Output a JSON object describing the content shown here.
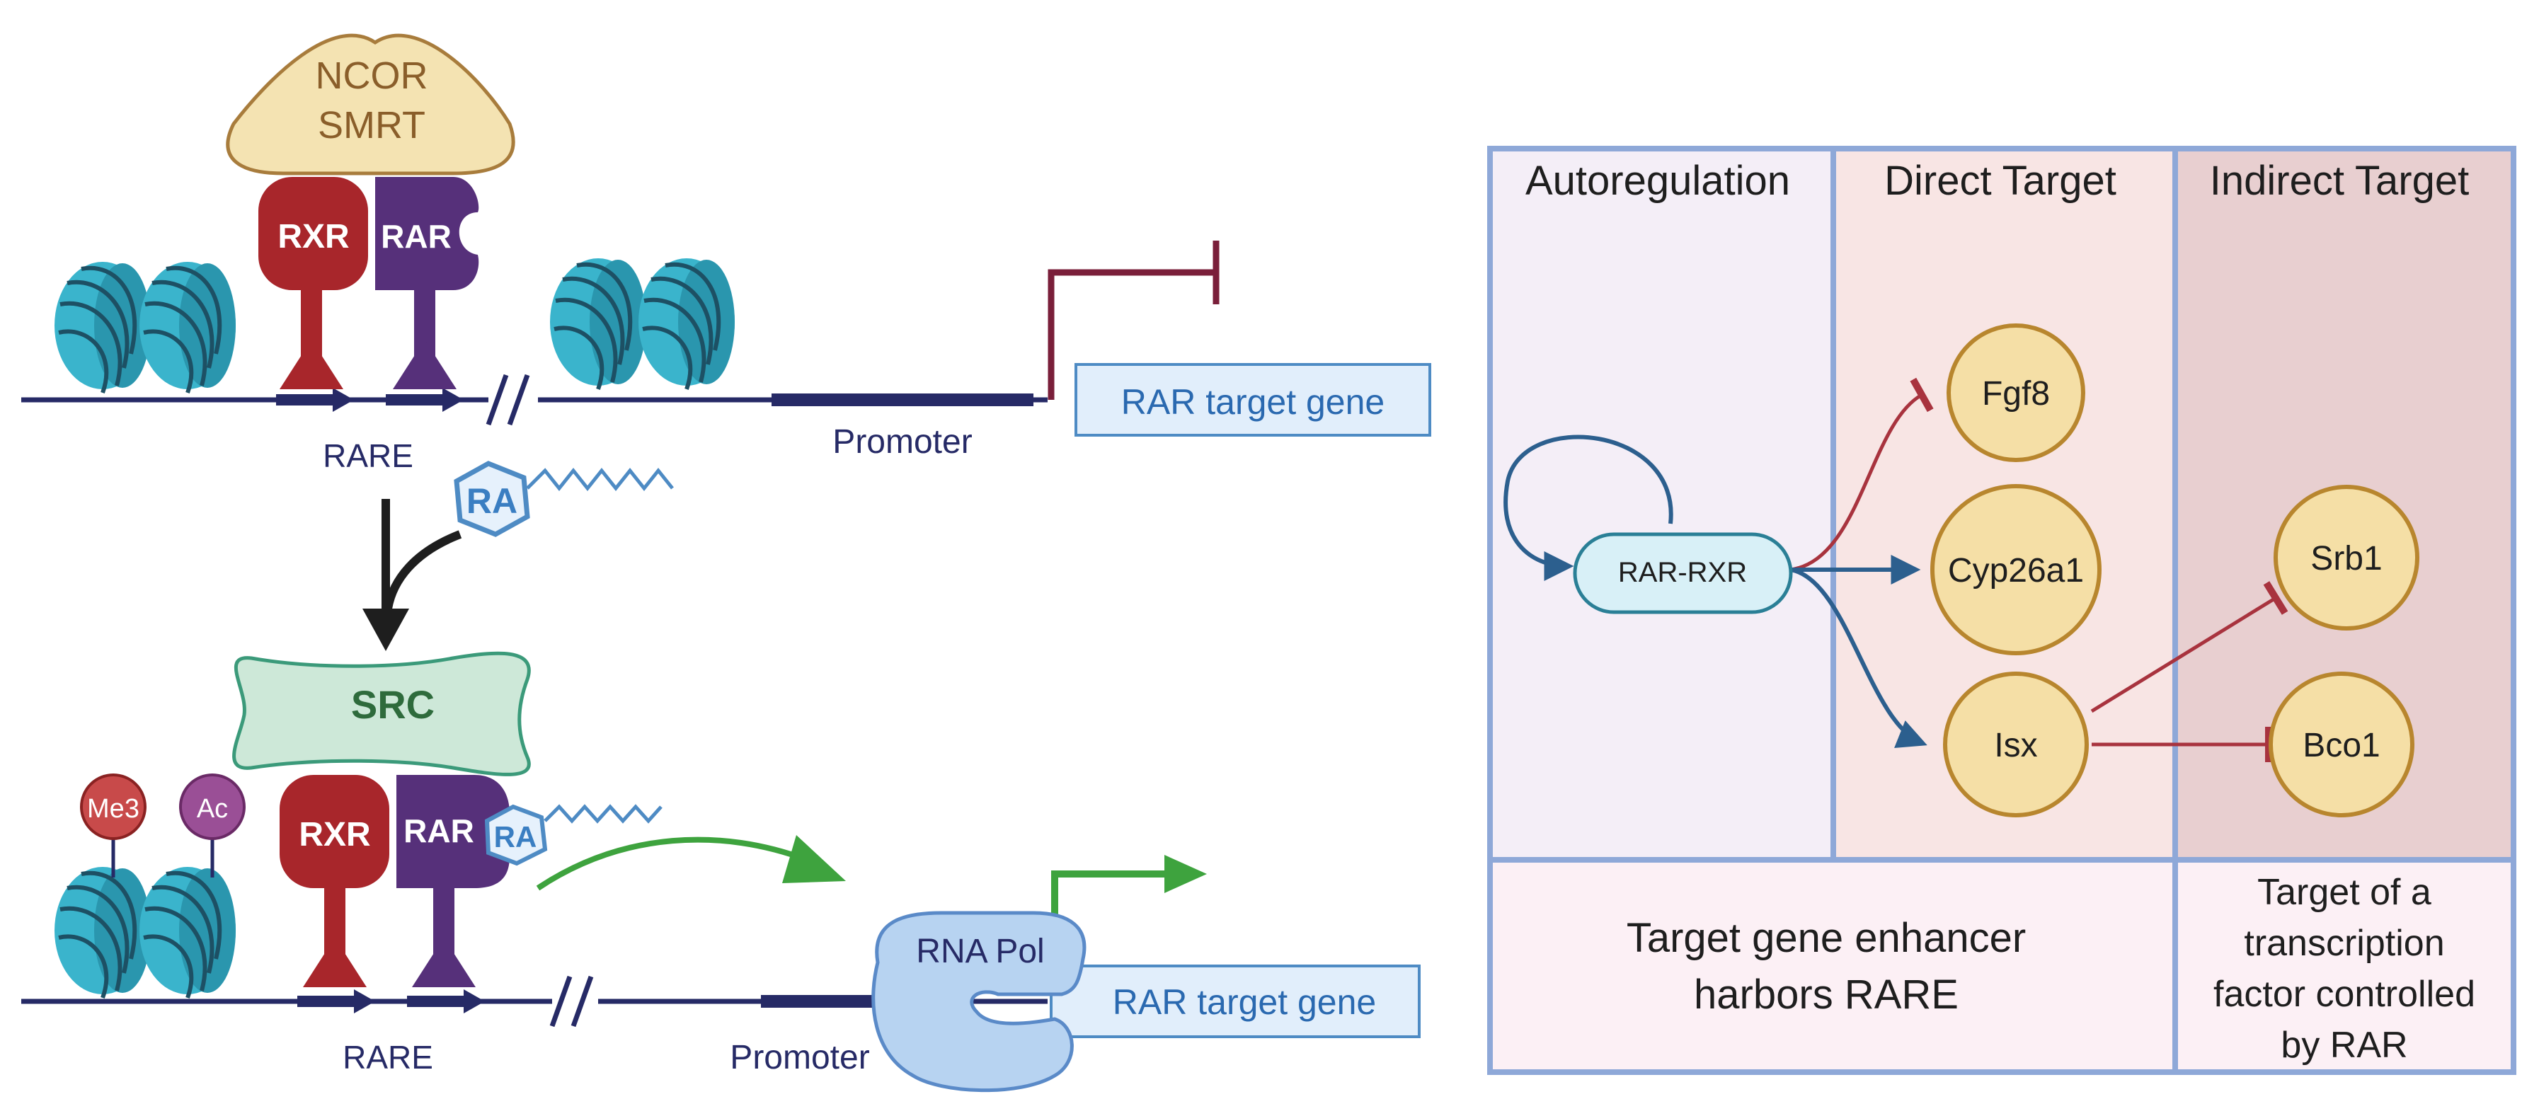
{
  "left_panel": {
    "top_state": {
      "corepressor_line1": "NCOR",
      "corepressor_line2": "SMRT",
      "rxr_label": "RXR",
      "rar_label": "RAR",
      "rare_label": "RARE",
      "promoter_label": "Promoter",
      "gene_label": "RAR target gene"
    },
    "ligand_label": "RA",
    "bottom_state": {
      "coactivator_label": "SRC",
      "histone_mark_1": "Me3",
      "histone_mark_2": "Ac",
      "rxr_label": "RXR",
      "rar_label": "RAR",
      "bound_ligand_label": "RA",
      "rare_label": "RARE",
      "polymerase_label": "RNA Pol",
      "promoter_label": "Promoter",
      "gene_label": "RAR target gene"
    }
  },
  "right_panel": {
    "columns": [
      "Autoregulation",
      "Direct Target",
      "Indirect Target"
    ],
    "network": {
      "hub": "RAR-RXR",
      "direct_targets": [
        "Fgf8",
        "Cyp26a1",
        "Isx"
      ],
      "indirect_targets": [
        "Srb1",
        "Bco1"
      ]
    },
    "footer_left": [
      "Target gene enhancer",
      "harbors RARE"
    ],
    "footer_right": [
      "Target of a",
      "transcription",
      "factor controlled",
      "by RAR"
    ]
  },
  "colors": {
    "nucleosome": "#3ab4cc",
    "rxr": "#a8262b",
    "rar": "#56307a",
    "activation_arrow": "#3ea33e",
    "repression_bar": "#7a1f3a",
    "dna": "#262a66",
    "panel_border": "#8ea8d8",
    "gene_node_fill": "#f5dfa6",
    "gene_node_stroke": "#b8862e"
  }
}
